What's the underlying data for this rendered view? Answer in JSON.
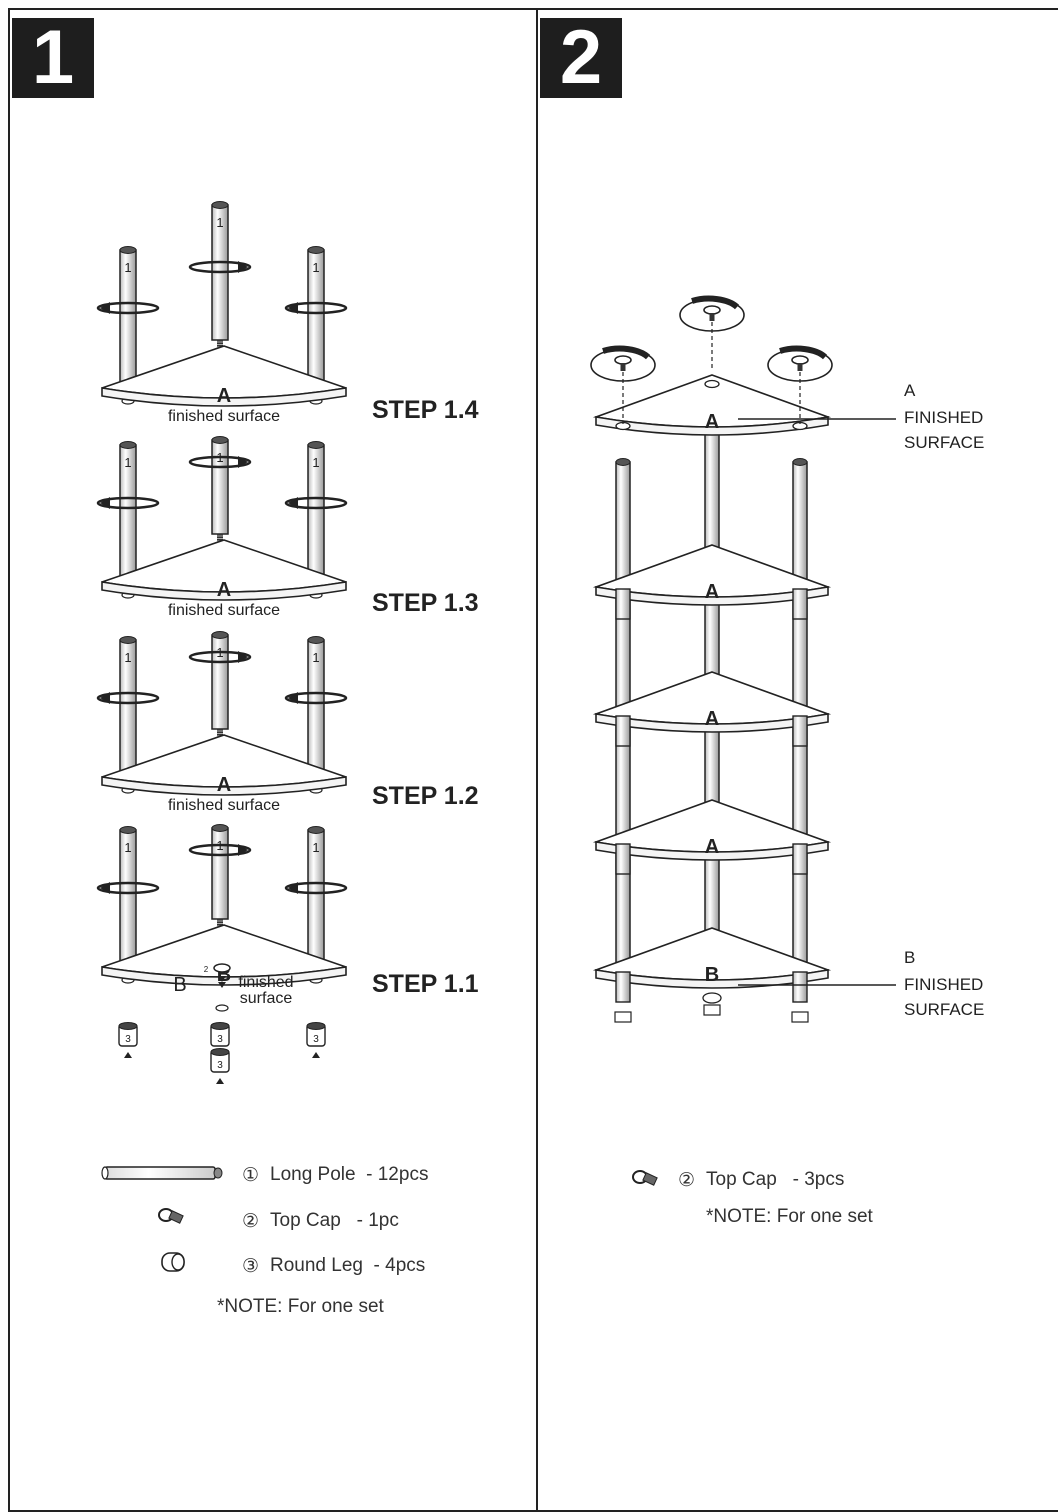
{
  "panels": [
    {
      "number": "1"
    },
    {
      "number": "2"
    }
  ],
  "step1": {
    "steps": [
      "STEP 1.4",
      "STEP 1.3",
      "STEP 1.2",
      "STEP 1.1"
    ],
    "shelf_letters": [
      "A",
      "A",
      "A",
      "B"
    ],
    "surface_label": "finished surface",
    "surface_label_b": [
      "finished",
      "surface"
    ],
    "pole_number": "1",
    "cap_number": "2",
    "leg_number": "3",
    "legend": [
      {
        "marker": "①",
        "text": "Long Pole  - 12pcs",
        "icon": "pole-icon"
      },
      {
        "marker": "②",
        "text": "Top Cap   - 1pc",
        "icon": "top-cap-icon"
      },
      {
        "marker": "③",
        "text": "Round Leg  - 4pcs",
        "icon": "round-leg-icon"
      }
    ],
    "note": "*NOTE: For one set"
  },
  "step2": {
    "shelf_letters": [
      "A",
      "A",
      "A",
      "A",
      "B"
    ],
    "callouts": [
      {
        "letter": "A",
        "text1": "FINISHED",
        "text2": "SURFACE"
      },
      {
        "letter": "B",
        "text1": "FINISHED",
        "text2": "SURFACE"
      }
    ],
    "legend": {
      "marker": "②",
      "text": "Top Cap   - 3pcs",
      "icon": "top-cap-icon"
    },
    "note": "*NOTE: For one set"
  },
  "colors": {
    "ink": "#222222",
    "badge": "#1e1e1e"
  }
}
